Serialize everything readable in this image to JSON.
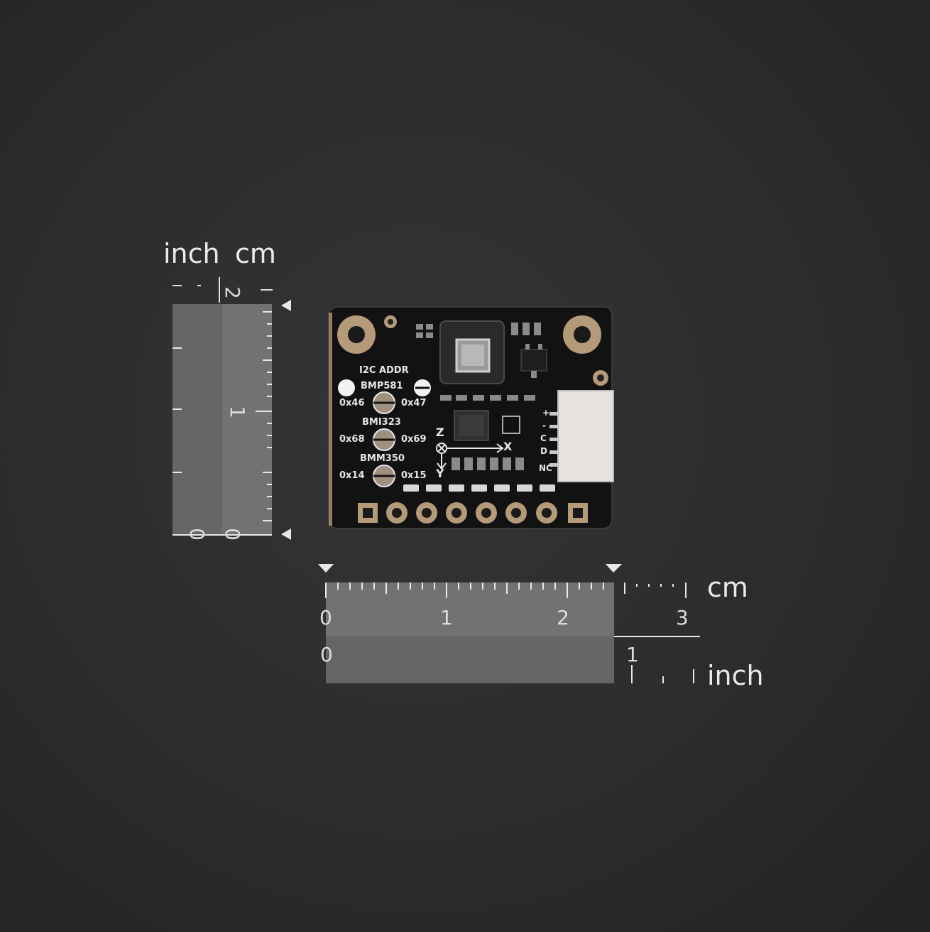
{
  "vertical_ruler": {
    "inch_label": "inch",
    "cm_label": "cm",
    "inch_ticks": [
      "0"
    ],
    "cm_ticks": [
      "0",
      "1",
      "2"
    ]
  },
  "horizontal_ruler": {
    "cm_label": "cm",
    "inch_label": "inch",
    "cm_ticks": [
      "0",
      "1",
      "2",
      "3"
    ],
    "inch_ticks": [
      "0",
      "1"
    ]
  },
  "board": {
    "title": "I2C ADDR",
    "sensors": [
      {
        "name": "BMP581",
        "addr_left": "0x46",
        "addr_right": "0x47"
      },
      {
        "name": "BMI323",
        "addr_left": "0x68",
        "addr_right": "0x69"
      },
      {
        "name": "BMM350",
        "addr_left": "0x14",
        "addr_right": "0x15"
      }
    ],
    "axes": {
      "z": "Z",
      "x": "X",
      "y": "Y"
    },
    "connector_labels": [
      "+",
      "-",
      "C",
      "D",
      "NC"
    ]
  },
  "colors": {
    "background": "#2c2c2c",
    "ruler_fill": "#7a7a7a",
    "pcb": "#121212",
    "gold": "#b49a78"
  }
}
